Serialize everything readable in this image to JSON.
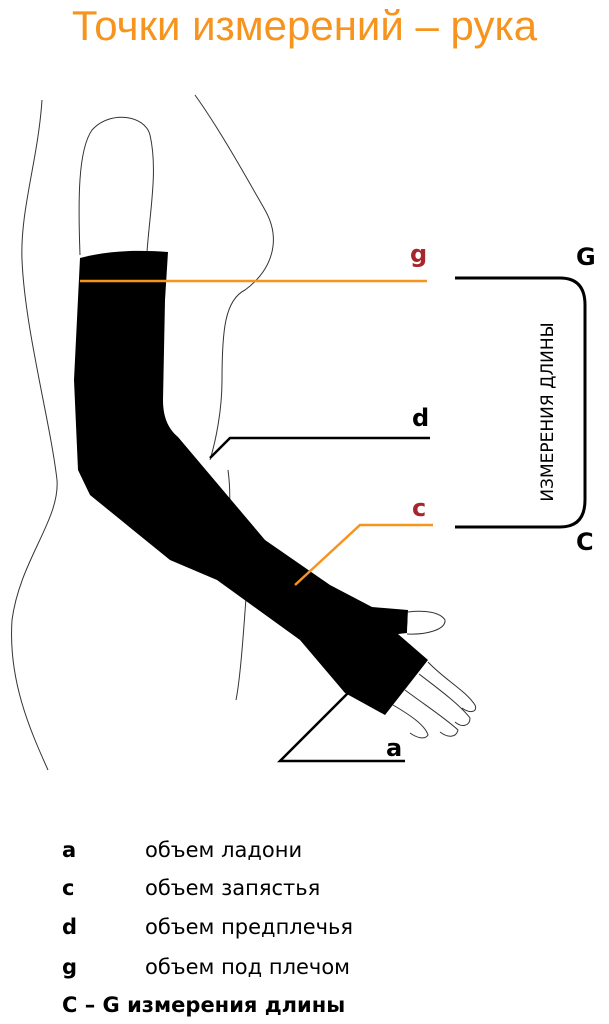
{
  "title": "Точки измерений – рука",
  "diagram": {
    "labels": {
      "g": "g",
      "d": "d",
      "c": "c",
      "a": "a",
      "G": "G",
      "C": "C"
    },
    "bracket_text": "ИЗМЕРЕНИЯ ДЛИНЫ",
    "colors": {
      "accent": "#F7941D",
      "point_red": "#A6262C",
      "sleeve": "#000000"
    }
  },
  "legend": [
    {
      "key": "a",
      "text": "объем ладони"
    },
    {
      "key": "c",
      "text": "объем запястья"
    },
    {
      "key": "d",
      "text": "объем предплечья"
    },
    {
      "key": "g",
      "text": "объем под плечом"
    }
  ],
  "summary": "C – G измерения длины"
}
